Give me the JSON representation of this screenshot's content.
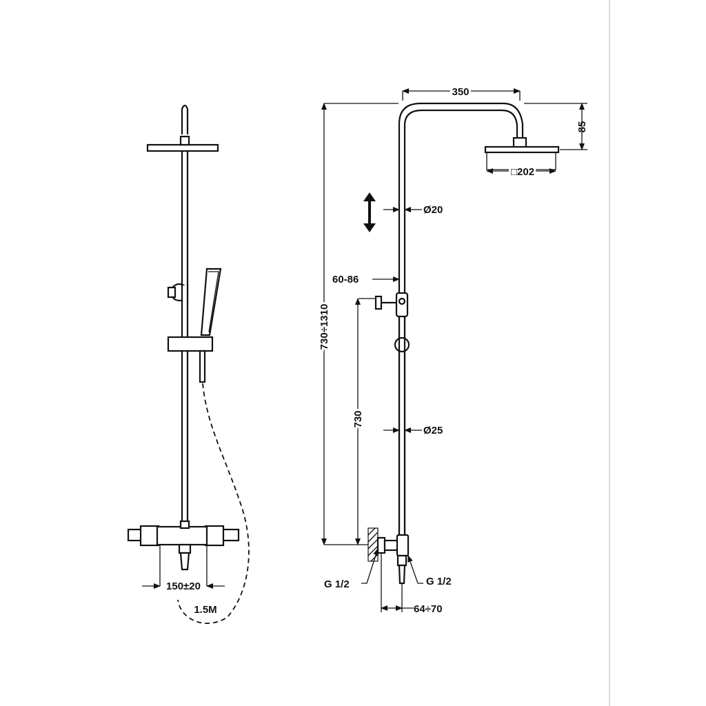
{
  "labels": {
    "width_350": "350",
    "height_85": "85",
    "head_202": "□202",
    "dia_20": "Ø20",
    "range_60_86": "60-86",
    "height_total": "730÷1310",
    "height_730": "730",
    "dia_25": "Ø25",
    "g_left": "G 1/2",
    "g_right": "G 1/2",
    "spacing_64_70": "64÷70",
    "spacing_150": "150±20",
    "hose_len": "1.5M"
  }
}
